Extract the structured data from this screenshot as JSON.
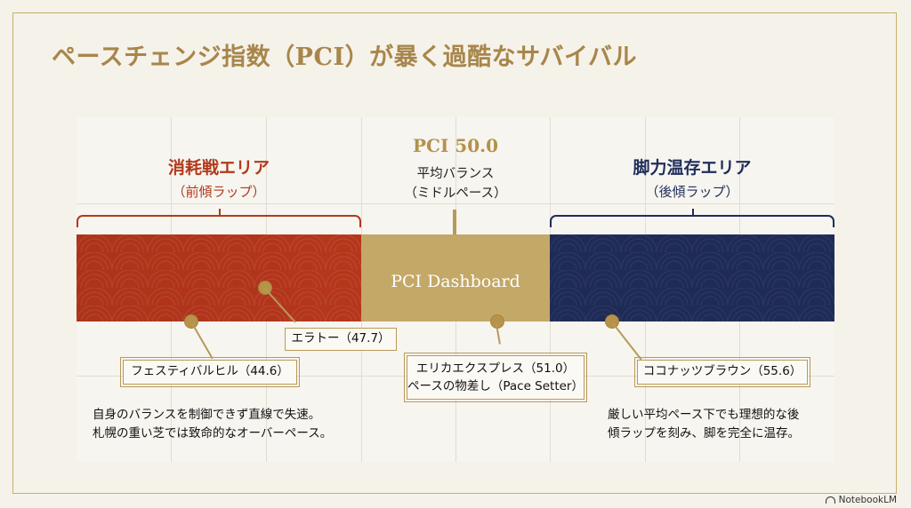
{
  "title": "ペースチェンジ指数（PCI）が暴く過酷なサバイバル",
  "left_zone": {
    "title": "消耗戦エリア",
    "subtitle": "（前傾ラップ）"
  },
  "center": {
    "value": "PCI 50.0",
    "line1": "平均バランス",
    "line2": "（ミドルペース）"
  },
  "right_zone": {
    "title": "脚力温存エリア",
    "subtitle": "（後傾ラップ）"
  },
  "bar_label": "PCI Dashboard",
  "markers": [
    {
      "label": "エラトー（47.7）"
    },
    {
      "label": "フェスティバルヒル（44.6）"
    },
    {
      "label_line1": "エリカエクスプレス（51.0）",
      "label_line2": "ペースの物差し（Pace Setter）"
    },
    {
      "label": "ココナッツブラウン（55.6）"
    }
  ],
  "left_desc": [
    "自身のバランスを制御できず直線で失速。",
    "札幌の重い芝では致命的なオーバーペース。"
  ],
  "right_desc": [
    "厳しい平均ペース下でも理想的な後",
    "傾ラップを刻み、脚を完全に温存。"
  ],
  "brand": "NotebookLM",
  "colors": {
    "red": "#b5361b",
    "gold": "#c4a867",
    "navy": "#1f2b57",
    "title_gold": "#a8864a"
  }
}
